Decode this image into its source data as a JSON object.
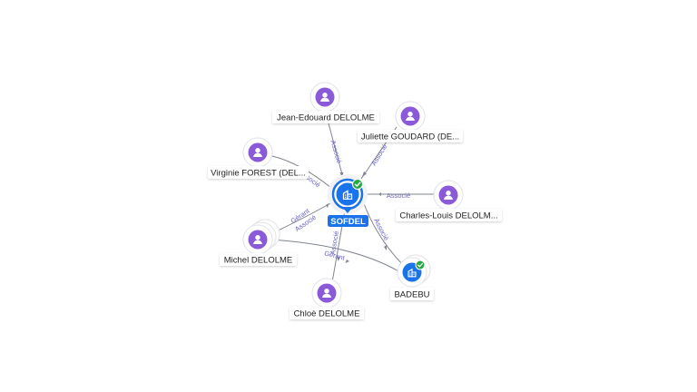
{
  "colors": {
    "person_node": "#8a5ad8",
    "company_node": "#1a73e8",
    "company_label_bg": "#1a73e8",
    "edge": "#7f8590",
    "edge_label": "#6b63c9",
    "verified_badge": "#27a844"
  },
  "center": {
    "label": "SOFDEL",
    "icon": "building-icon",
    "badge": "verified-check-icon"
  },
  "nodes": [
    {
      "id": "jean-edouard",
      "label": "Jean-Edouard DELOLME",
      "type": "person",
      "icon": "person-icon"
    },
    {
      "id": "juliette",
      "label": "Juliette GOUDARD (DE...",
      "type": "person",
      "icon": "person-icon"
    },
    {
      "id": "virginie",
      "label": "Virginie FOREST (DEL...",
      "type": "person",
      "icon": "person-icon"
    },
    {
      "id": "charles-louis",
      "label": "Charles-Louis DELOLM...",
      "type": "person",
      "icon": "person-icon"
    },
    {
      "id": "michel",
      "label": "Michel DELOLME",
      "type": "person",
      "icon": "person-icon"
    },
    {
      "id": "chloe",
      "label": "Chloè DELOLME",
      "type": "person",
      "icon": "person-icon"
    },
    {
      "id": "badebu",
      "label": "BADEBU",
      "type": "company",
      "icon": "building-icon",
      "badge": "verified-check-icon"
    }
  ],
  "edges": [
    {
      "from": "jean-edouard",
      "to": "center",
      "label": "Associé"
    },
    {
      "from": "juliette",
      "to": "center",
      "label": "Associé"
    },
    {
      "from": "virginie",
      "to": "center",
      "label": "Associé"
    },
    {
      "from": "charles-louis",
      "to": "center",
      "label": "Associé"
    },
    {
      "from": "michel",
      "to": "center",
      "label": "Gérant"
    },
    {
      "from": "michel",
      "to": "center",
      "label": "Associé"
    },
    {
      "from": "chloe",
      "to": "center",
      "label": "Associé"
    },
    {
      "from": "badebu",
      "to": "center",
      "label": "Associé"
    },
    {
      "from": "michel",
      "to": "badebu",
      "label": "Gérant"
    }
  ]
}
